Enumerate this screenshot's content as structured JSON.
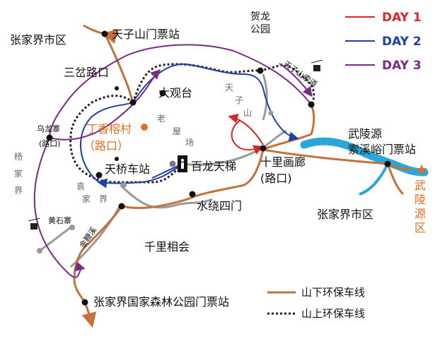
{
  "legend_days": [
    {
      "label": "DAY 1",
      "color": "#d62828"
    },
    {
      "label": "DAY 2",
      "color": "#1f3fa8"
    },
    {
      "label": "DAY 3",
      "color": "#7a2a86"
    }
  ],
  "legend_lines": [
    {
      "label": "山下环保车线",
      "color": "#c4713b"
    },
    {
      "label": "山上环保车线",
      "color": "#222222"
    }
  ],
  "places": {
    "zhangjiajie_city_top": "张家界市区",
    "tianzi_gate": "天子山门票站",
    "helong_park": "贺龙公园",
    "tianzi_cableway": "天子山索道",
    "sancha": "三岔路口",
    "daguantai": "大观台",
    "dingxiang_1": "丁香榕村",
    "dingxiang_2": "（路口）",
    "wulongzhai_1": "乌龙寨",
    "wulongzhai_2": "(路口)",
    "tianqiao": "天桥车站",
    "bailong": "百龙天梯",
    "shili_1": "十里画廊",
    "shili_2": "(路口)",
    "wulingyuan_1": "武陵源",
    "wulingyuan_2": "索溪峪门票站",
    "shuirao": "水绕四门",
    "zhangjiajie_city_mid": "张家界市区",
    "huangshizhai": "黄石寨",
    "qianli": "千里相会",
    "forest_park_gate": "张家界国家森林公园门票站",
    "jinbianxi": "金鞭溪"
  },
  "area_labels": {
    "tianzi_shan": [
      "天",
      "子",
      "山"
    ],
    "laowuchang": [
      "老",
      "屋",
      "场"
    ],
    "yuanjiajie": [
      "袁",
      "家",
      "界"
    ],
    "yangjiajie": [
      "杨",
      "家",
      "界"
    ],
    "wulingyuan_district": [
      "武",
      "陵",
      "源",
      "区"
    ]
  }
}
